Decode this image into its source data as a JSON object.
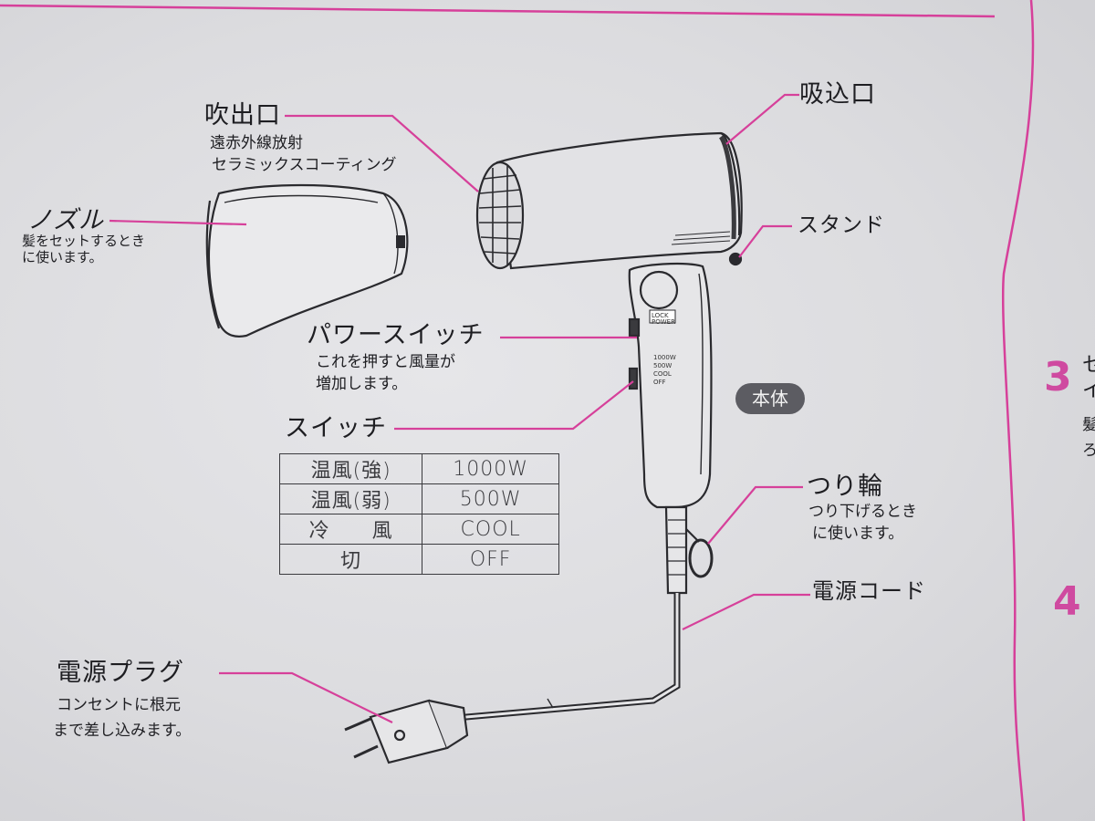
{
  "labels": {
    "outlet": {
      "title": "吹出口",
      "desc1": "遠赤外線放射",
      "desc2": "セラミックスコーティング"
    },
    "inlet": {
      "title": "吸込口"
    },
    "nozzle": {
      "title": "ノズル",
      "desc1": "髪をセットするとき",
      "desc2": "に使います。"
    },
    "stand": {
      "title": "スタンド"
    },
    "power_switch": {
      "title": "パワースイッチ",
      "desc1": "これを押すと風量が",
      "desc2": "増加します。"
    },
    "switch": {
      "title": "スイッチ"
    },
    "body": {
      "title": "本体"
    },
    "hang_ring": {
      "title": "つり輪",
      "desc1": "つり下げるとき",
      "desc2": "に使います。"
    },
    "power_cord": {
      "title": "電源コード"
    },
    "power_plug": {
      "title": "電源プラグ",
      "desc1": "コンセントに根元",
      "desc2": "まで差し込みます。"
    }
  },
  "switch_table": [
    {
      "mode": "温風(強)",
      "value": "1000W"
    },
    {
      "mode": "温風(弱)",
      "value": "500W"
    },
    {
      "mode": "冷　　風",
      "value": "COOL"
    },
    {
      "mode": "切",
      "value": "OFF"
    }
  ],
  "handle_markings": {
    "lock1": "LOCK",
    "lock2": "POWER",
    "w1": "1000W",
    "w2": "500W",
    "w3": "COOL",
    "w4": "OFF"
  },
  "right_edge": {
    "step3": "3",
    "step3_text": [
      "セ",
      "イ",
      "髪",
      "ろ"
    ],
    "step4": "4"
  },
  "colors": {
    "leader_line": "#d6409a",
    "line_art": "#2a2a2e",
    "badge": "#5c5c62"
  }
}
